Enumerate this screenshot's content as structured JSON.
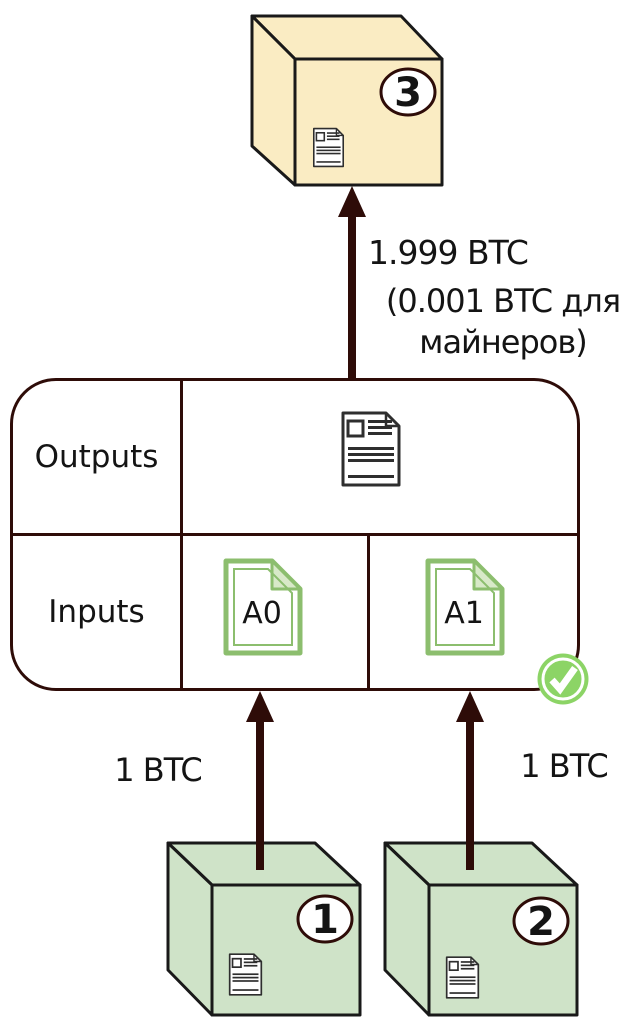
{
  "colors": {
    "line": "#2e0c08",
    "cubeline": "#191919",
    "yellow": "#faecc3",
    "green": "#cfe3c8",
    "filegreen": "#8cbe6e",
    "filelight": "#d8e9c8",
    "check": "#8cd466",
    "ink": "#141414",
    "docink": "#2e2e2e"
  },
  "table": {
    "outputs_label": "Outputs",
    "inputs_label": "Inputs",
    "input_utxos": [
      "A0",
      "A1"
    ]
  },
  "flows": {
    "output_flow": {
      "amount": "1.999 BTC",
      "fee_note": "(0.001 BTC для\nмайнеров)"
    },
    "input_flows": [
      {
        "amount": "1 BTC"
      },
      {
        "amount": "1 BTC"
      }
    ]
  },
  "blocks": {
    "output_block": {
      "number": "3"
    },
    "input_blocks": [
      {
        "number": "1"
      },
      {
        "number": "2"
      }
    ]
  }
}
